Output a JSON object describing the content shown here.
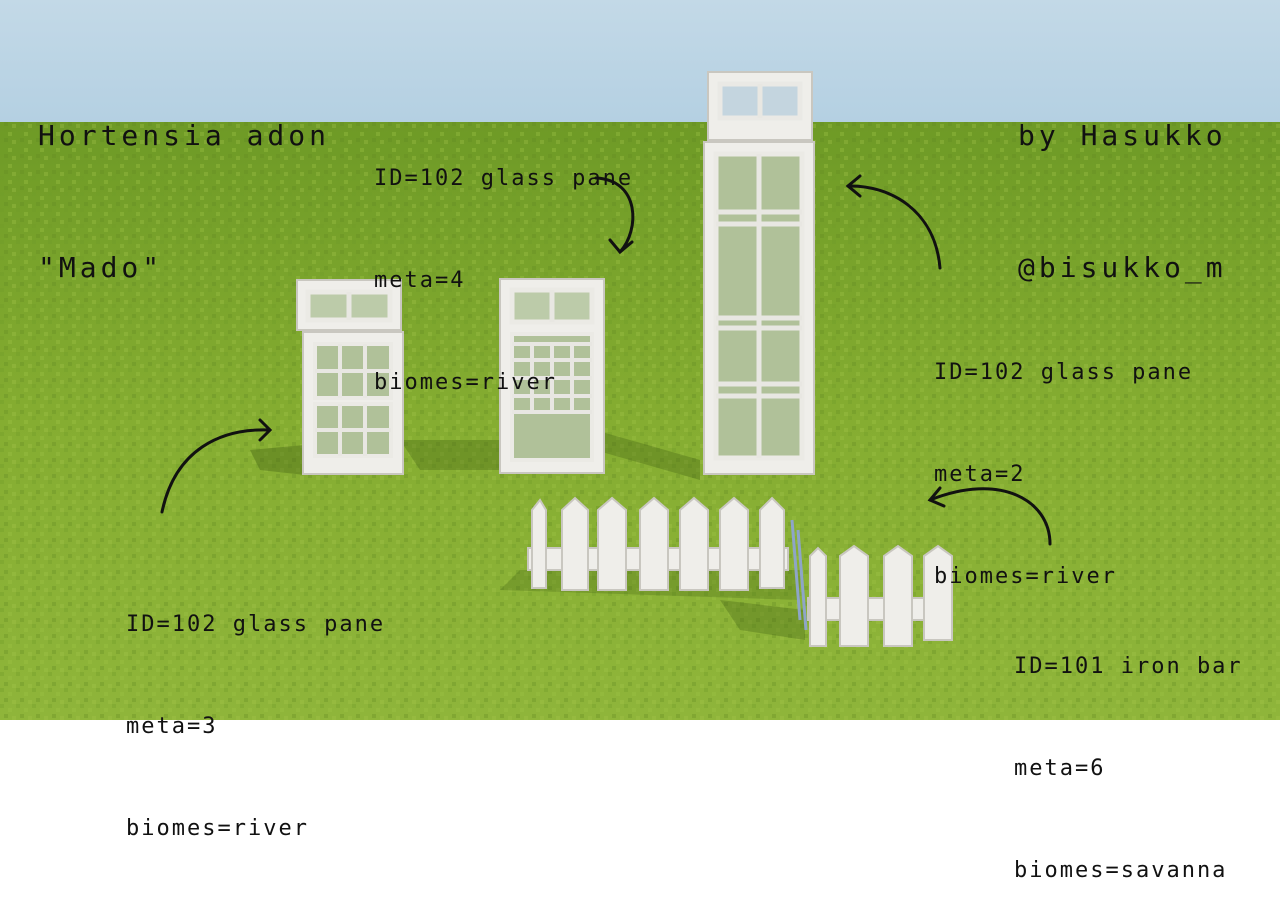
{
  "title": {
    "line1": "Hortensia adon",
    "line2": "\"Mado\""
  },
  "credit": {
    "line1": "by Hasukko",
    "line2": "@bisukko_m"
  },
  "annotations": {
    "top_center": {
      "id": "ID=102 glass pane",
      "meta": "meta=4",
      "biomes": "biomes=river"
    },
    "right": {
      "id": "ID=102 glass pane",
      "meta": "meta=2",
      "biomes": "biomes=river"
    },
    "bottom_left": {
      "id": "ID=102 glass pane",
      "meta": "meta=3",
      "biomes": "biomes=river"
    },
    "bottom_right": {
      "id": "ID=101 iron bar",
      "meta": "meta=6",
      "biomes": "biomes=savanna"
    }
  },
  "colors": {
    "sky": "#bcd6e6",
    "grass": "#7fa82e",
    "frame": "#ecebe6",
    "ink": "#111111"
  }
}
